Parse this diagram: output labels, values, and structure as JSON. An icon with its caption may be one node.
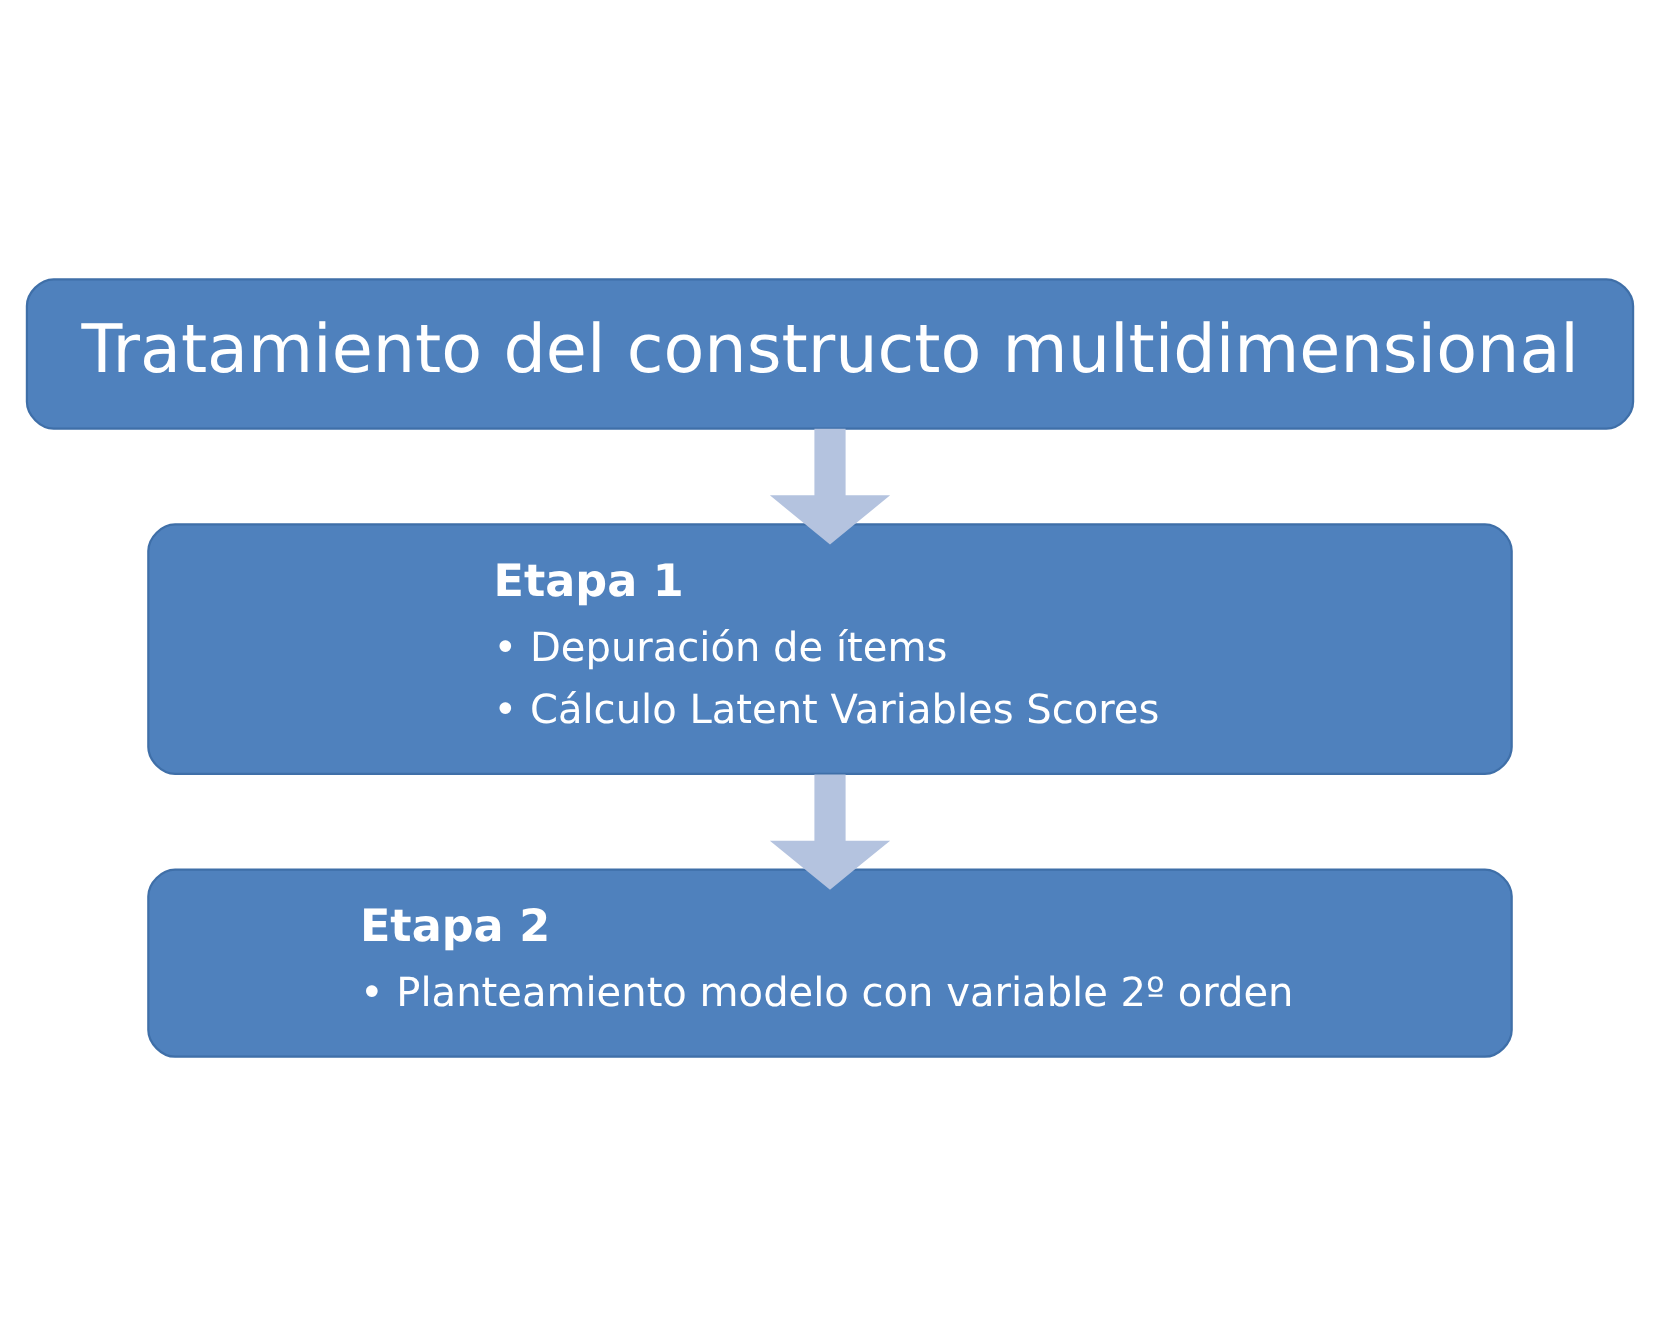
{
  "diagram": {
    "nodes": [
      {
        "text": [
          "Tratamiento del constructo multidimensional"
        ]
      },
      {
        "text": [
          "Etapa 1",
          "• Depuración de ítems",
          "• Cálculo Latent Variables Scores"
        ]
      },
      {
        "text": [
          "Etapa 2",
          "• Planteamiento modelo con variable 2º orden"
        ]
      }
    ],
    "edges": [
      {
        "from": 0,
        "to": 1,
        "arrow": "to"
      },
      {
        "from": 1,
        "to": 2,
        "arrow": "to"
      }
    ]
  }
}
